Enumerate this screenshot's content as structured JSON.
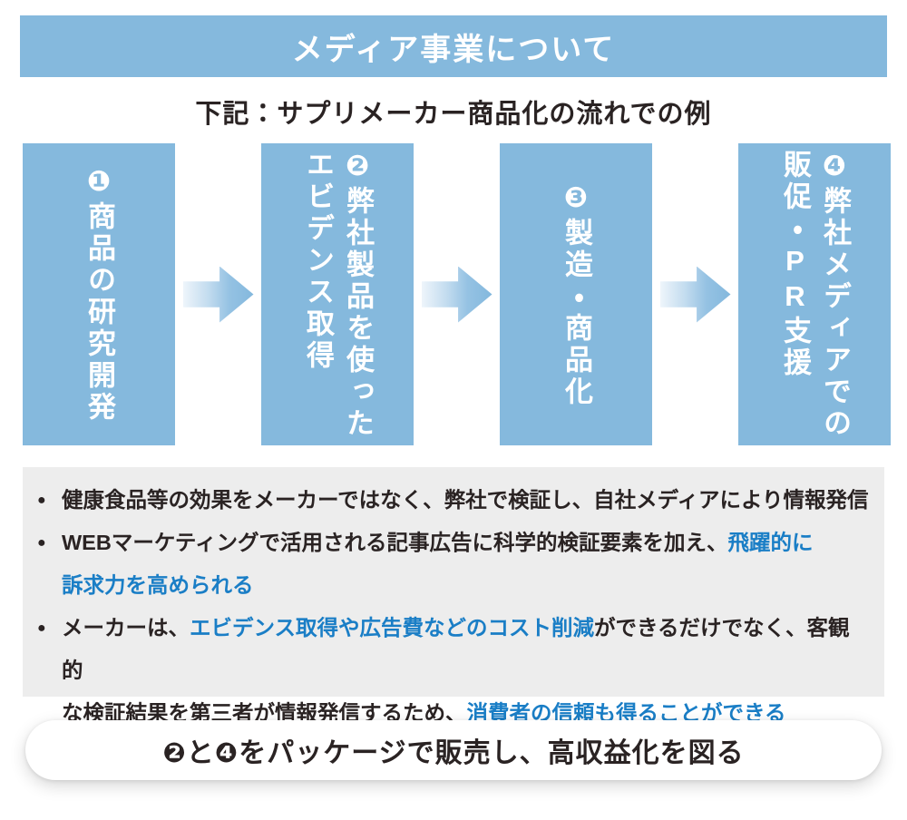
{
  "colors": {
    "accent_blue": "#85b9dd",
    "text_dark": "#2a2323",
    "highlight_blue": "#1a7ec6",
    "panel_gray": "#ededed",
    "title_text": "#ffffff",
    "box_text": "#ffffff"
  },
  "header": {
    "title": "メディア事業について"
  },
  "subtitle": "下記：サプリメーカー商品化の流れでの例",
  "flow": {
    "steps": [
      {
        "id": 1,
        "lines": [
          "❶商品の研究開発"
        ]
      },
      {
        "id": 2,
        "lines": [
          "❷弊社製品を使った",
          "エビデンス取得"
        ]
      },
      {
        "id": 3,
        "lines": [
          "❸製造・商品化"
        ]
      },
      {
        "id": 4,
        "lines": [
          "❹弊社メディアでの",
          "販促・PR支援"
        ]
      }
    ],
    "arrow_icon": "right-arrow"
  },
  "bullets": {
    "marker": "●",
    "items": [
      {
        "segments": [
          {
            "text": "健康食品等の効果をメーカーではなく、弊社で検証し、自社メディアにより情報発信",
            "color": "dark"
          }
        ]
      },
      {
        "segments": [
          {
            "text": "WEBマーケティングで活用される記事広告に科学的検証要素を加え、",
            "color": "dark"
          },
          {
            "text": "飛躍的に",
            "color": "blue"
          },
          {
            "br": true
          },
          {
            "text": "訴求力を高められる",
            "color": "blue"
          }
        ]
      },
      {
        "segments": [
          {
            "text": "メーカーは、",
            "color": "dark"
          },
          {
            "text": "エビデンス取得や広告費などのコスト削減",
            "color": "blue"
          },
          {
            "text": "ができるだけでなく、客観的",
            "color": "dark"
          },
          {
            "br": true
          },
          {
            "text": "な検証結果を第三者が情報発信するため、",
            "color": "dark"
          },
          {
            "text": "消費者の信頼も得ることができる",
            "color": "blue"
          }
        ]
      }
    ]
  },
  "footer": {
    "text": "❷と❹をパッケージで販売し、高収益化を図る"
  }
}
